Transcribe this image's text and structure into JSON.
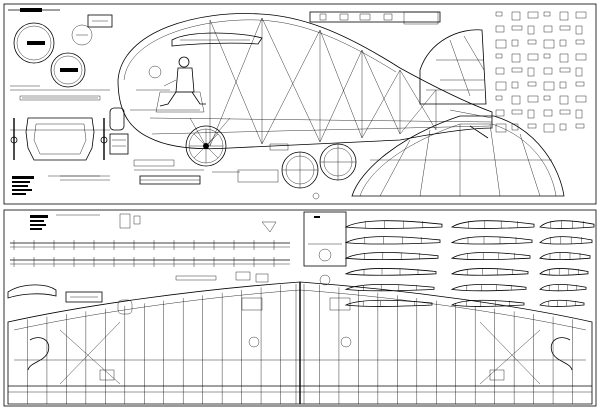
{
  "drawing": {
    "colors": {
      "ink": "#000000",
      "paper": "#ffffff"
    },
    "sheets": [
      {
        "id": "fuselage-sheet",
        "label": ""
      },
      {
        "id": "wing-sheet",
        "label": ""
      }
    ],
    "cowl_labels": [
      "",
      ""
    ],
    "notes_block_lines": 7,
    "rib_count": 20,
    "wing_ribs_per_panel": 14
  }
}
